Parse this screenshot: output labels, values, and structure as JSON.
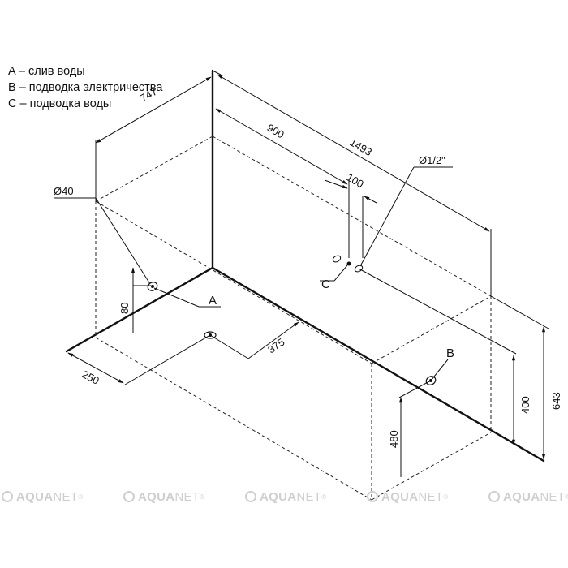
{
  "legend": [
    "A – слив воды",
    "B – подводка электричества",
    "C – подводка воды"
  ],
  "dimensions": {
    "d747": "747",
    "d900": "900",
    "d1493": "1493",
    "d100": "100",
    "pipe": "Ø1/2\"",
    "drain": "Ø40",
    "d80": "80",
    "d250": "250",
    "d375": "375",
    "d480": "480",
    "d400": "400",
    "d643": "643"
  },
  "points": {
    "a": "A",
    "b": "B",
    "c": "C"
  },
  "watermark": {
    "brand_a": "AQUA",
    "brand_b": "NET",
    "mark": "®"
  }
}
